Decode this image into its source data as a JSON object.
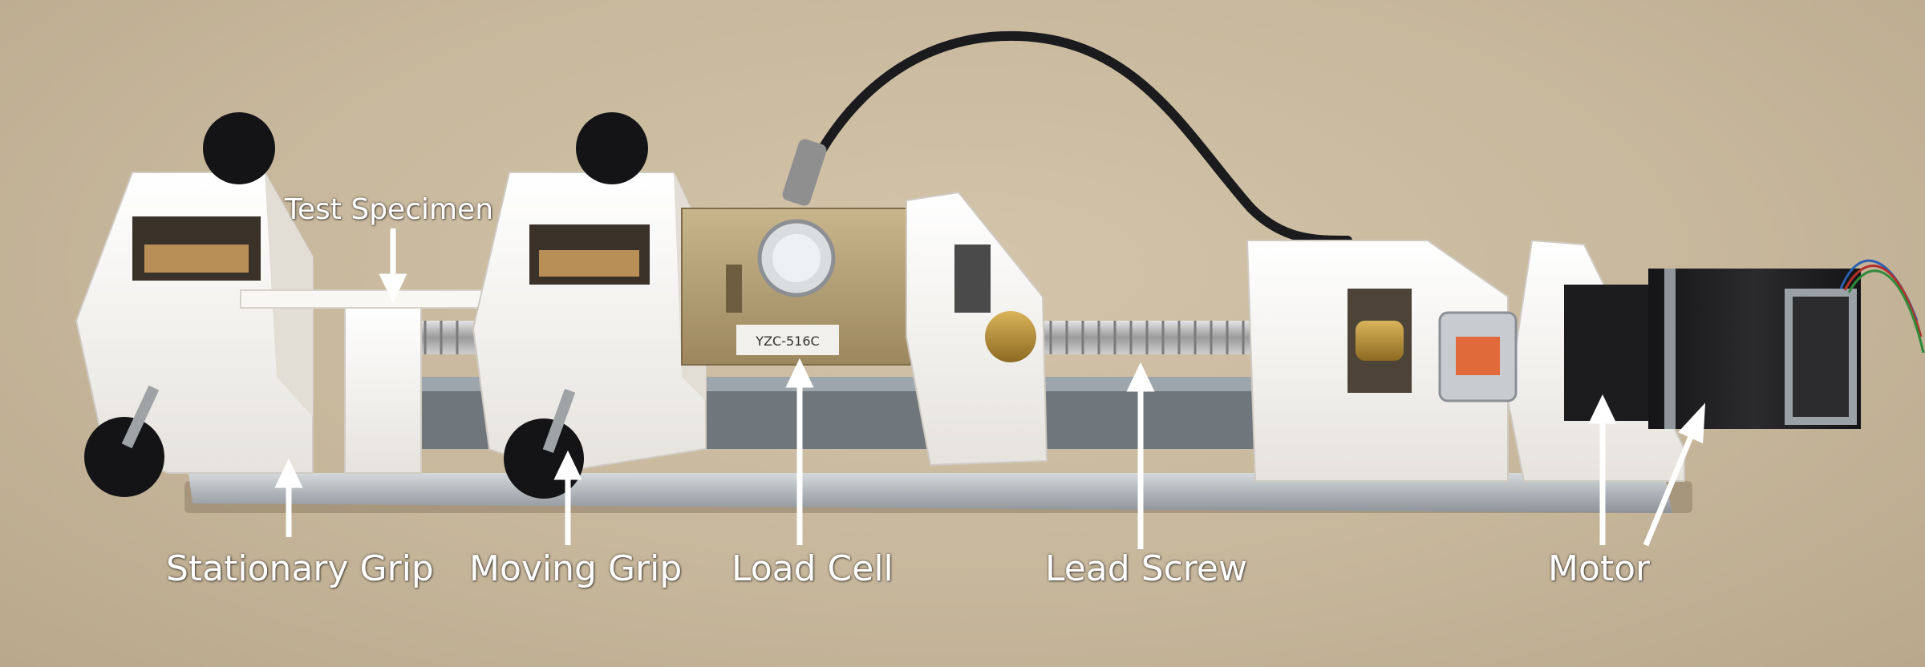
{
  "labels": {
    "test_specimen": "Test Specimen",
    "stationary_grip": "Stationary Grip",
    "moving_grip": "Moving Grip",
    "load_cell": "Load Cell",
    "lead_screw": "Lead Screw",
    "motor": "Motor"
  },
  "load_cell_marking": "YZC-516C",
  "colors": {
    "background": "#c9b99f",
    "grip_plastic": "#f4f2ee",
    "rail_aluminum": "#b7bcc1",
    "load_cell_metal": "#b19c72",
    "motor_body": "#1e1e20",
    "label_text": "#ffffff"
  }
}
